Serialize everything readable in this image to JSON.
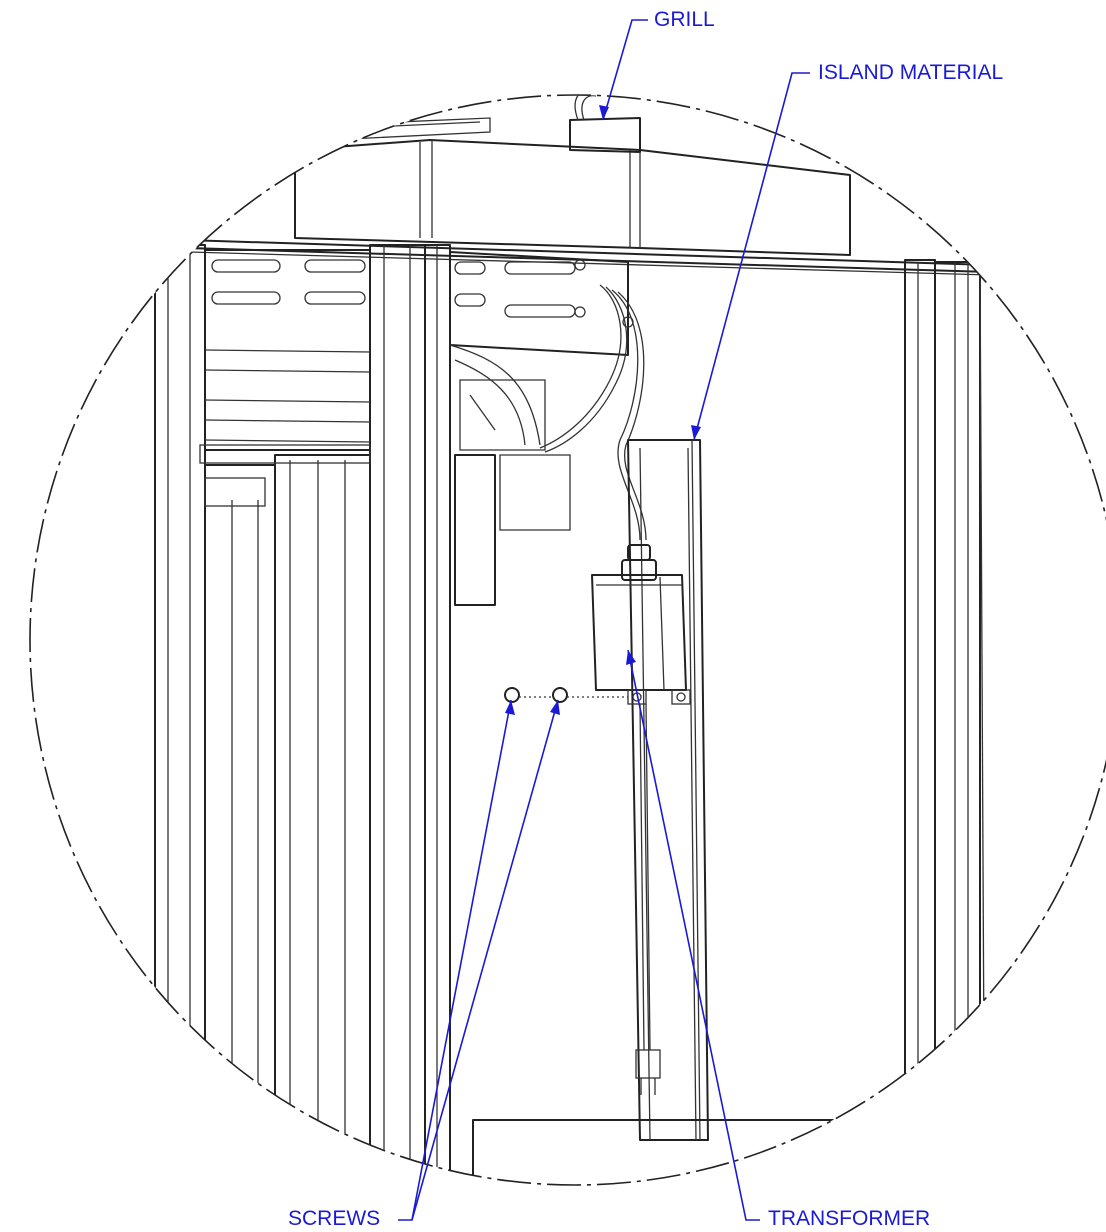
{
  "colors": {
    "callout": "#1a1ad6",
    "linework": "#222222",
    "background": "#ffffff"
  },
  "callouts": {
    "grill": "GRILL",
    "island_material": "ISLAND MATERIAL",
    "screws": "SCREWS",
    "transformer": "TRANSFORMER"
  }
}
